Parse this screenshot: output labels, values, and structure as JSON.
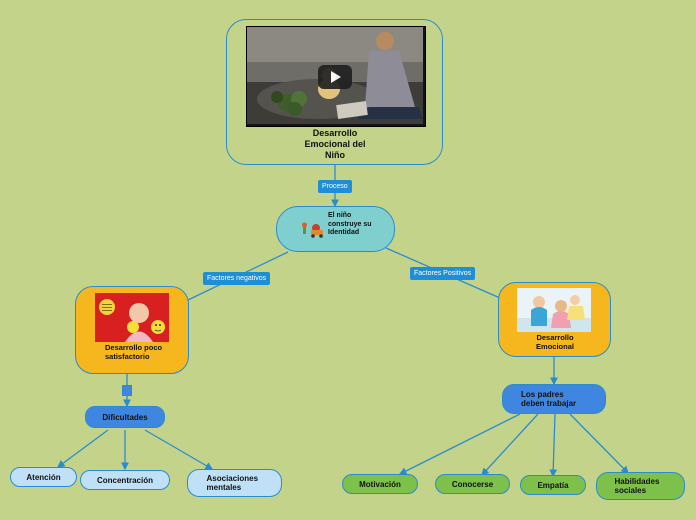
{
  "root": {
    "title": "Desarrollo Emocional del Niño"
  },
  "center": {
    "text": "El niño construye su Identidad"
  },
  "labels": {
    "proceso": "Proceso",
    "negativos": "Factores negativos",
    "positivos": "Factores Positivos"
  },
  "left_branch": {
    "title": "Desarrollo poco satisfactorio",
    "child": "Dificultades",
    "leaves": [
      "Atención",
      "Concentración",
      "Asociaciones mentales"
    ]
  },
  "right_branch": {
    "title": "Desarrollo Emocional",
    "child": "Los padres deben trabajar",
    "leaves": [
      "Motivación",
      "Conocerse",
      "Empatía",
      "Habilidades sociales"
    ]
  },
  "icons": {
    "play": "play-icon",
    "center_art": "toys-icon"
  },
  "colors": {
    "background": "#c3d48a",
    "root_fill": "#c3d48a",
    "center_fill": "#7fcfcf",
    "orange_fill": "#f6b61e",
    "connector": "#2a8ccf",
    "tag": "#1e8fd6",
    "light_blue": "#bfe0f6",
    "green": "#7dc04a",
    "dark_blue": "#3f86e0"
  }
}
